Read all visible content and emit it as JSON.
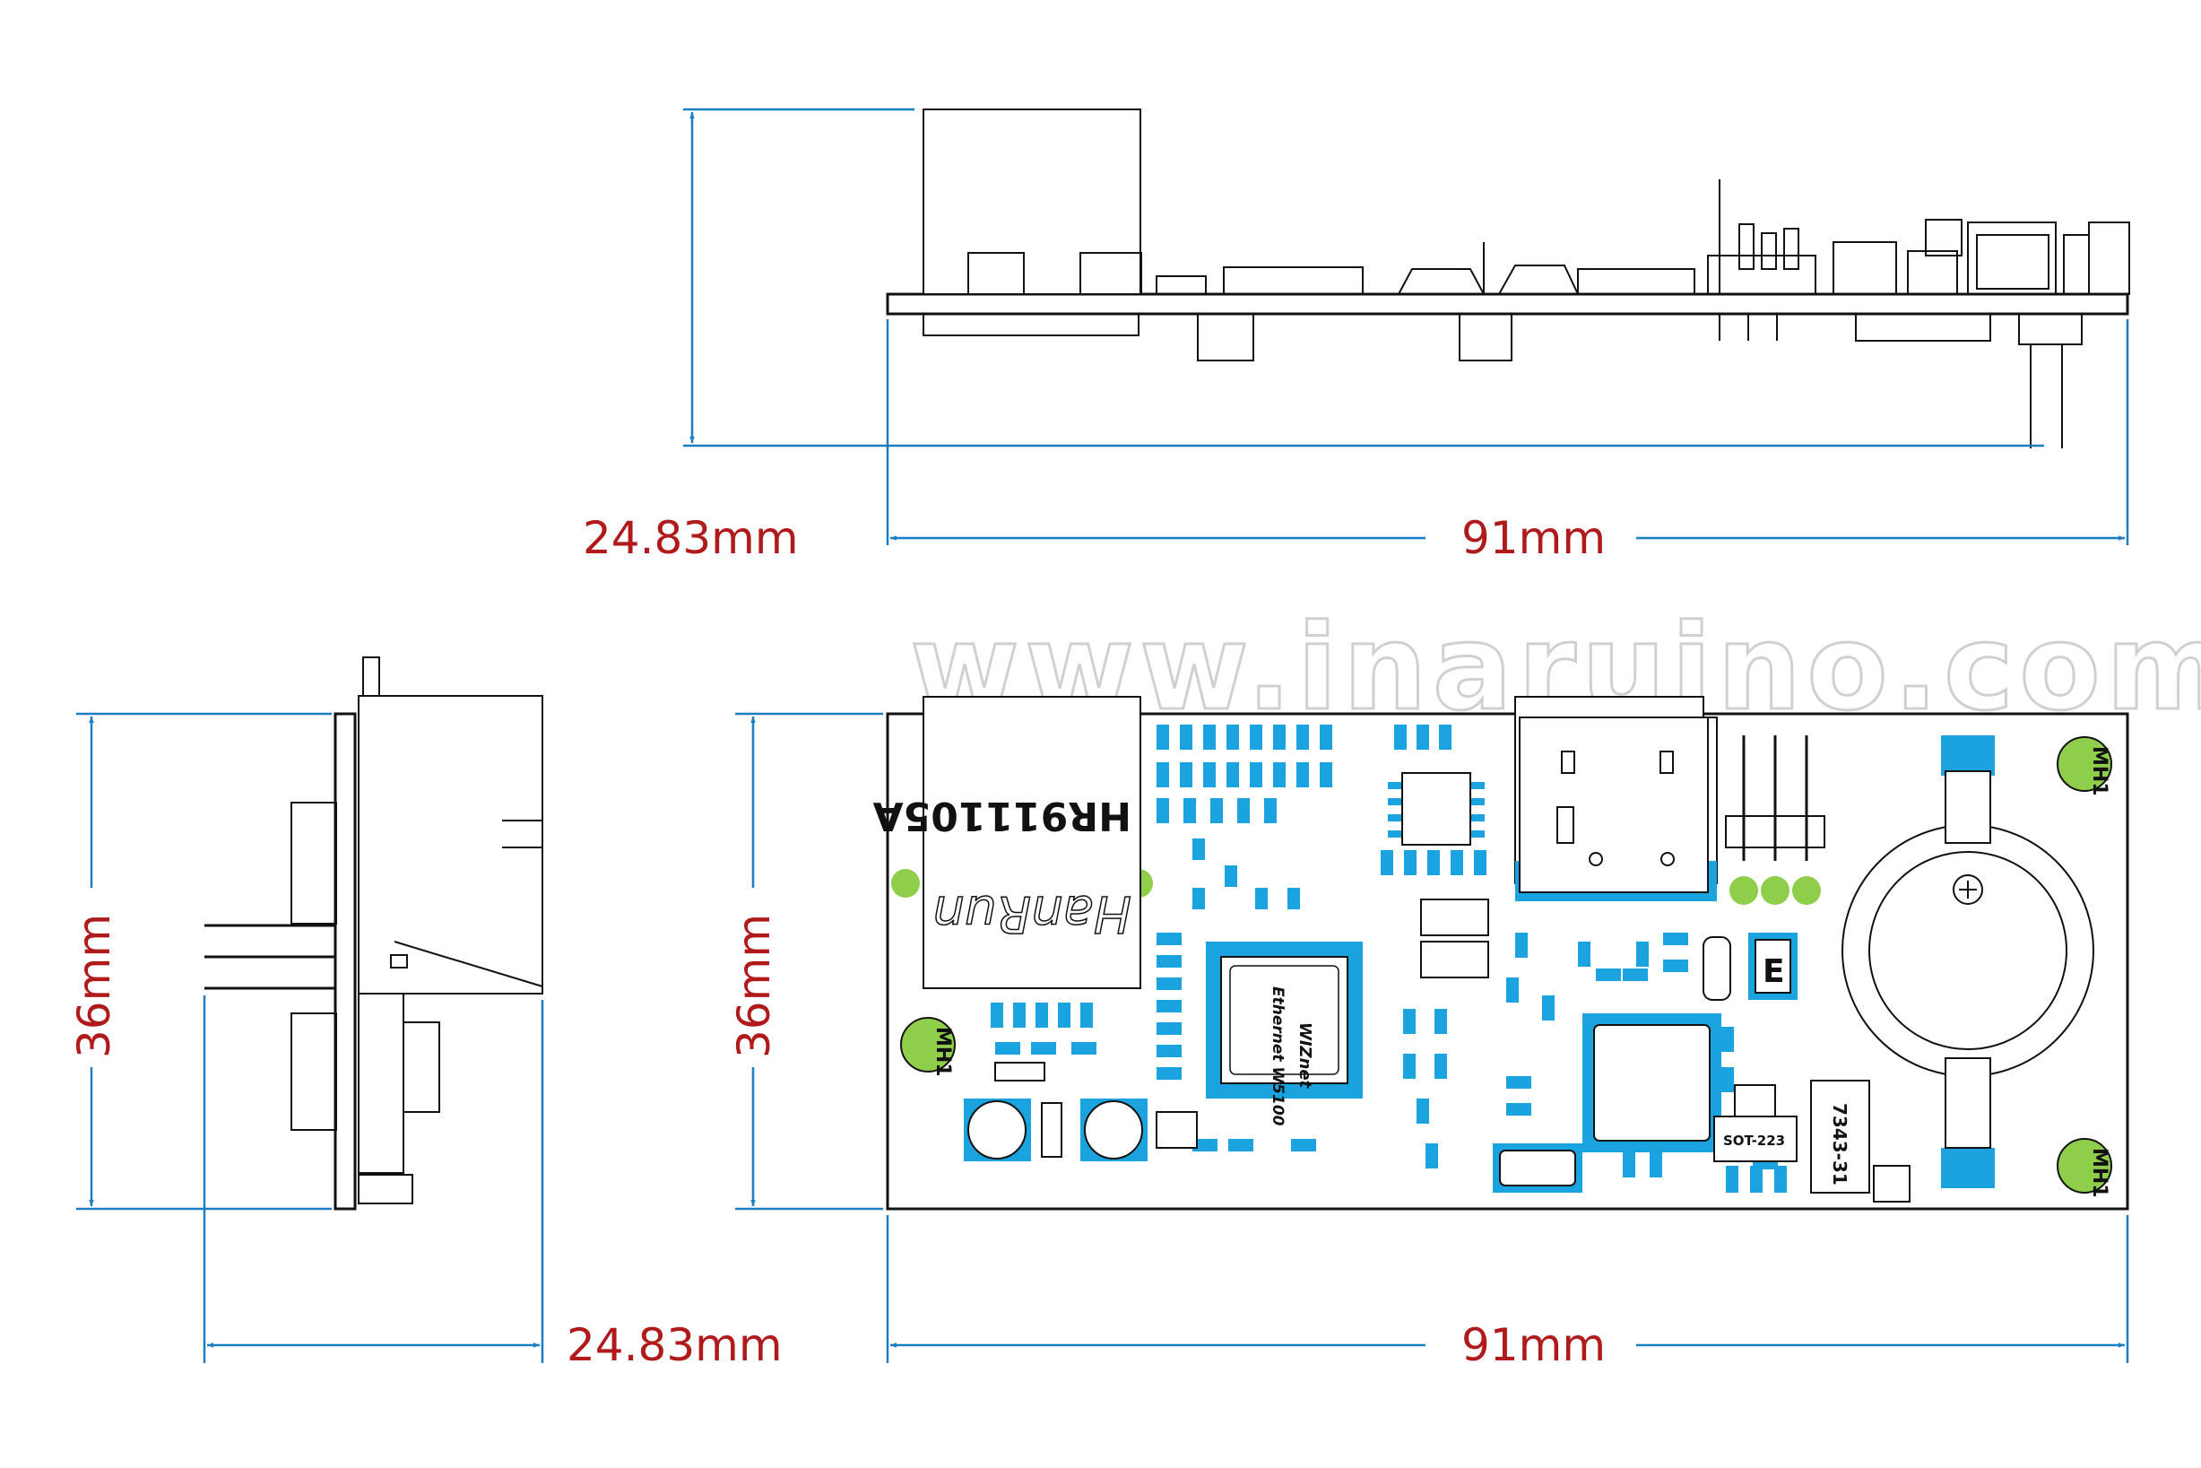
{
  "colors": {
    "outline": "#111111",
    "dimension_line": "#1a7ec2",
    "dimension_text": "#b01a1a",
    "pad_blue": "#1ba3e0",
    "hole_green": "#8fce4a",
    "watermark": "#d0d0d0"
  },
  "watermark": "www.inaruino.com",
  "dimensions": {
    "side_height": "24.83mm",
    "side_length": "91mm",
    "front_width": "24.83mm",
    "front_height": "36mm",
    "top_height": "36mm",
    "top_length": "91mm"
  },
  "components": {
    "rj45_part": "HR911105A",
    "rj45_brand": "HanRun",
    "ethernet_chip_line1": "WIZnet",
    "ethernet_chip_line2": "Ethernet W5100",
    "regulator": "SOT-223",
    "capacitor": "7343-31",
    "jumper": "E",
    "mount_hole_label": "MH1"
  }
}
